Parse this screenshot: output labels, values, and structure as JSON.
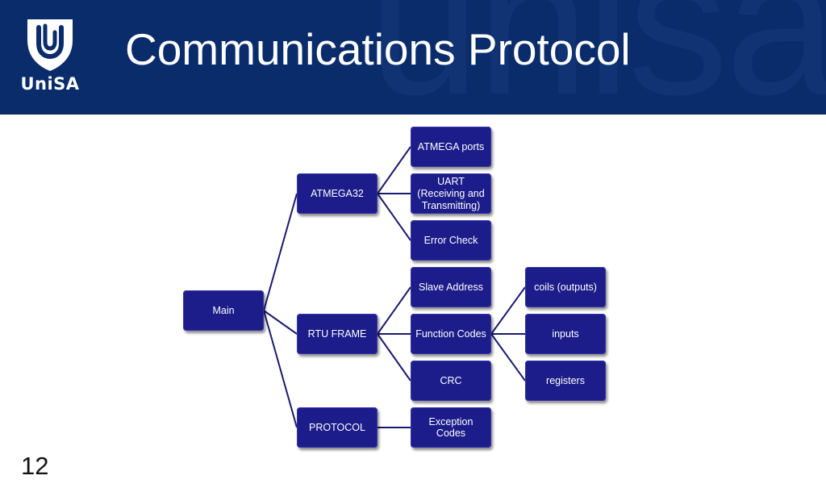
{
  "header": {
    "title": "Communications Protocol",
    "watermark": "unisa",
    "logo_text": "UniSA",
    "background_color": "#0a2c6b"
  },
  "diagram": {
    "node_color": "#1c1c8a",
    "connector_color": "#1a1a6e",
    "nodes": {
      "main": "Main",
      "atmega32": "ATMEGA32",
      "rtu_frame": "RTU FRAME",
      "protocol": "PROTOCOL",
      "atmega_ports": "ATMEGA ports",
      "uart_title": "UART",
      "uart_detail": "(Receiving and Transmitting)",
      "error_check": "Error Check",
      "slave_address": "Slave Address",
      "function_codes": "Function Codes",
      "crc": "CRC",
      "exception_codes": "Exception Codes",
      "coils_outputs": "coils (outputs)",
      "inputs": "inputs",
      "registers": "registers"
    }
  },
  "footer": {
    "slide_number": "12"
  }
}
